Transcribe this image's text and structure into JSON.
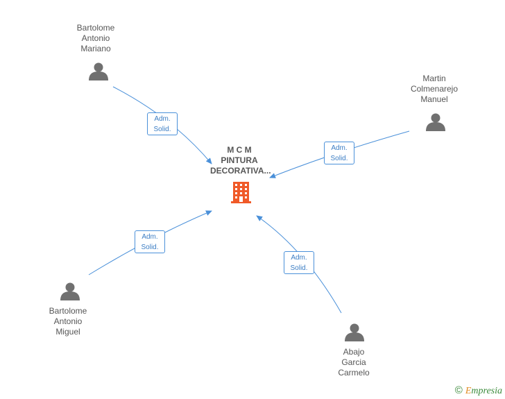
{
  "company": {
    "name_lines": [
      "M C M",
      "PINTURA",
      "DECORATIVA..."
    ],
    "icon": "building-icon",
    "color": "#f05a28"
  },
  "persons": [
    {
      "id": "bartolome-antonio-mariano",
      "name_lines": [
        "Bartolome",
        "Antonio",
        "Mariano"
      ],
      "icon": "person-icon"
    },
    {
      "id": "martin-colmenarejo-manuel",
      "name_lines": [
        "Martin",
        "Colmenarejo",
        "Manuel"
      ],
      "icon": "person-icon"
    },
    {
      "id": "bartolome-antonio-miguel",
      "name_lines": [
        "Bartolome",
        "Antonio",
        "Miguel"
      ],
      "icon": "person-icon"
    },
    {
      "id": "abajo-garcia-carmelo",
      "name_lines": [
        "Abajo",
        "Garcia",
        "Carmelo"
      ],
      "icon": "person-icon"
    }
  ],
  "relations": [
    {
      "from": "bartolome-antonio-mariano",
      "label_lines": [
        "Adm.",
        "Solid."
      ]
    },
    {
      "from": "martin-colmenarejo-manuel",
      "label_lines": [
        "Adm.",
        "Solid."
      ]
    },
    {
      "from": "bartolome-antonio-miguel",
      "label_lines": [
        "Adm.",
        "Solid."
      ]
    },
    {
      "from": "abajo-garcia-carmelo",
      "label_lines": [
        "Adm.",
        "Solid."
      ]
    }
  ],
  "colors": {
    "edge": "#4a90d9",
    "person": "#707070",
    "label": "#555555"
  },
  "footer": {
    "copyright_symbol": "©",
    "brand_initial": "E",
    "brand_rest": "mpresia"
  }
}
